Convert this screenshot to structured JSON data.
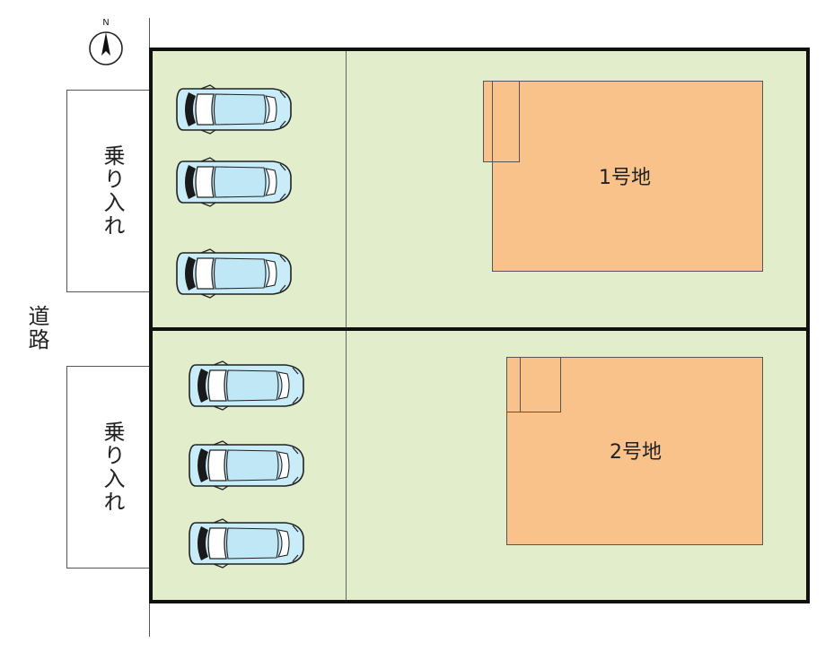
{
  "compass": {
    "north_label": "N"
  },
  "road": {
    "label": "道路"
  },
  "entrances": [
    {
      "label": "乗り入れ"
    },
    {
      "label": "乗り入れ"
    }
  ],
  "lots": [
    {
      "label": "1号地",
      "parking_spaces": 3
    },
    {
      "label": "2号地",
      "parking_spaces": 3
    }
  ],
  "colors": {
    "lot_fill": "#e2edcb",
    "building_fill": "#f9c28a",
    "car_body": "#c8ecf8",
    "boundary": "#111111"
  }
}
